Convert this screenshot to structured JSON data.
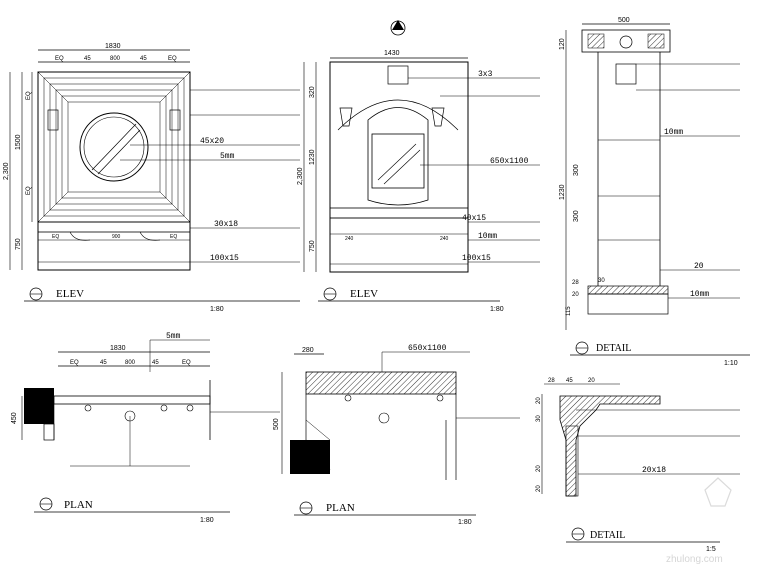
{
  "views": {
    "elev_cn": {
      "title_tag": "ELEV",
      "dims": {
        "overall_width": "1830",
        "seg_eq_left": "EQ",
        "seg_45_left": "45",
        "seg_800": "800",
        "seg_45_right": "45",
        "seg_eq_right": "EQ",
        "height_total": "2,300",
        "height_mirror": "1500",
        "height_base": "750",
        "side_eq_top": "EQ",
        "side_eq_bottom": "EQ",
        "bottom_eq_left": "EQ",
        "bottom_900": "900",
        "bottom_eq_right": "EQ"
      },
      "callouts": {
        "c1": "45x20",
        "c2": "5mm",
        "c3": "30x18",
        "c4": "100x15"
      }
    },
    "elev_west": {
      "title_tag": "ELEV",
      "dims": {
        "overall_width": "1430",
        "h_320": "320",
        "h_1230": "1230",
        "h_2300": "2,300",
        "h_750": "750",
        "bottom_240_left": "240",
        "bottom_240_right": "240"
      },
      "callouts": {
        "c1": "3x3",
        "c2": "650x1100",
        "c3": "40x15",
        "c4": "10mm",
        "c5": "100x15"
      }
    },
    "detail_b": {
      "title_tag": "DETAIL",
      "dims": {
        "width": "500",
        "h_120": "120",
        "h_1230": "1230",
        "h_300a": "300",
        "h_300b": "300",
        "h_28": "28",
        "h_20": "20",
        "h_115": "115",
        "h_30": "30"
      },
      "callouts": {
        "c1": "10mm",
        "c2": "20",
        "c3": "10mm"
      },
      "scale": "1:10"
    },
    "plan_cn": {
      "title_tag": "PLAN",
      "dims": {
        "overall_width": "1830",
        "seg_eq_left": "EQ",
        "seg_45_left": "45",
        "seg_800": "800",
        "seg_45_right": "45",
        "seg_eq_right": "EQ",
        "depth": "450"
      },
      "callouts": {
        "c1": "5mm"
      },
      "scale": "1:80"
    },
    "plan_west": {
      "title_tag": "PLAN",
      "dims": {
        "top_280": "280",
        "depth_500": "500"
      },
      "callouts": {
        "c1": "650x1100"
      },
      "scale": "1:80"
    },
    "detail_a": {
      "title_tag": "DETAIL",
      "dims": {
        "top_28": "28",
        "top_45": "45",
        "top_20": "20",
        "side_20a": "20",
        "side_30": "30",
        "side_20b": "20",
        "side_20c": "20"
      },
      "callouts": {
        "c1": "20x18"
      },
      "scale": "1:5"
    }
  },
  "scales": {
    "elev_cn": "1:80",
    "elev_west": "1:80"
  },
  "watermark": "zhulong.com"
}
